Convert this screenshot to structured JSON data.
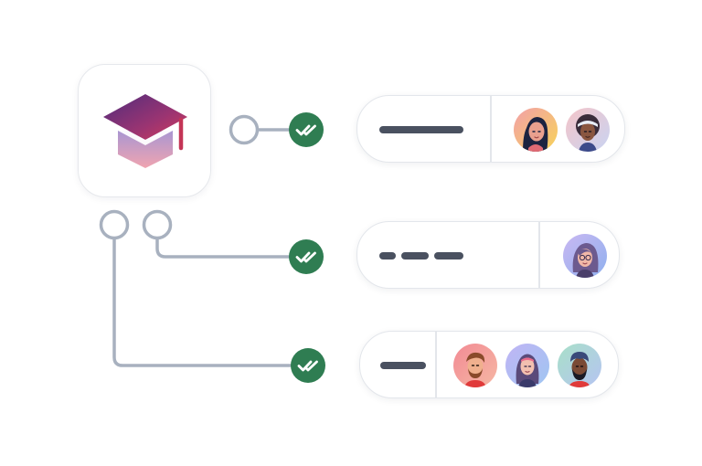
{
  "colors": {
    "connector": "#a8b1bf",
    "badge": "#2f7d52",
    "check": "#ffffff",
    "placeholder_text": "#4a5160",
    "card_border": "#e3e6eb",
    "cap_top_start": "#5b2f7e",
    "cap_top_end": "#c4365c",
    "cap_base_start": "#b89ad0",
    "cap_base_end": "#f0a0b0"
  },
  "app_icon": {
    "name": "graduation-cap-icon"
  },
  "groups": [
    {
      "id": "group-1",
      "status_icon": "double-check-icon",
      "members": [
        {
          "icon": "avatar-woman-headscarf",
          "bg": [
            "#f2a0a8",
            "#f7d35a"
          ]
        },
        {
          "icon": "avatar-woman-headband",
          "bg": [
            "#f4c4c8",
            "#c9d4f2"
          ]
        }
      ]
    },
    {
      "id": "group-2",
      "status_icon": "double-check-icon",
      "members": [
        {
          "icon": "avatar-woman-glasses",
          "bg": [
            "#c9b8f2",
            "#8fb0ee"
          ]
        }
      ]
    },
    {
      "id": "group-3",
      "status_icon": "double-check-icon",
      "members": [
        {
          "icon": "avatar-man-beard",
          "bg": [
            "#f28a94",
            "#f6b8a4"
          ]
        },
        {
          "icon": "avatar-woman-long-hair",
          "bg": [
            "#c0b4f4",
            "#9fc6f2"
          ]
        },
        {
          "icon": "avatar-man-turban",
          "bg": [
            "#a8e0c8",
            "#b6c4f2"
          ]
        }
      ]
    }
  ]
}
